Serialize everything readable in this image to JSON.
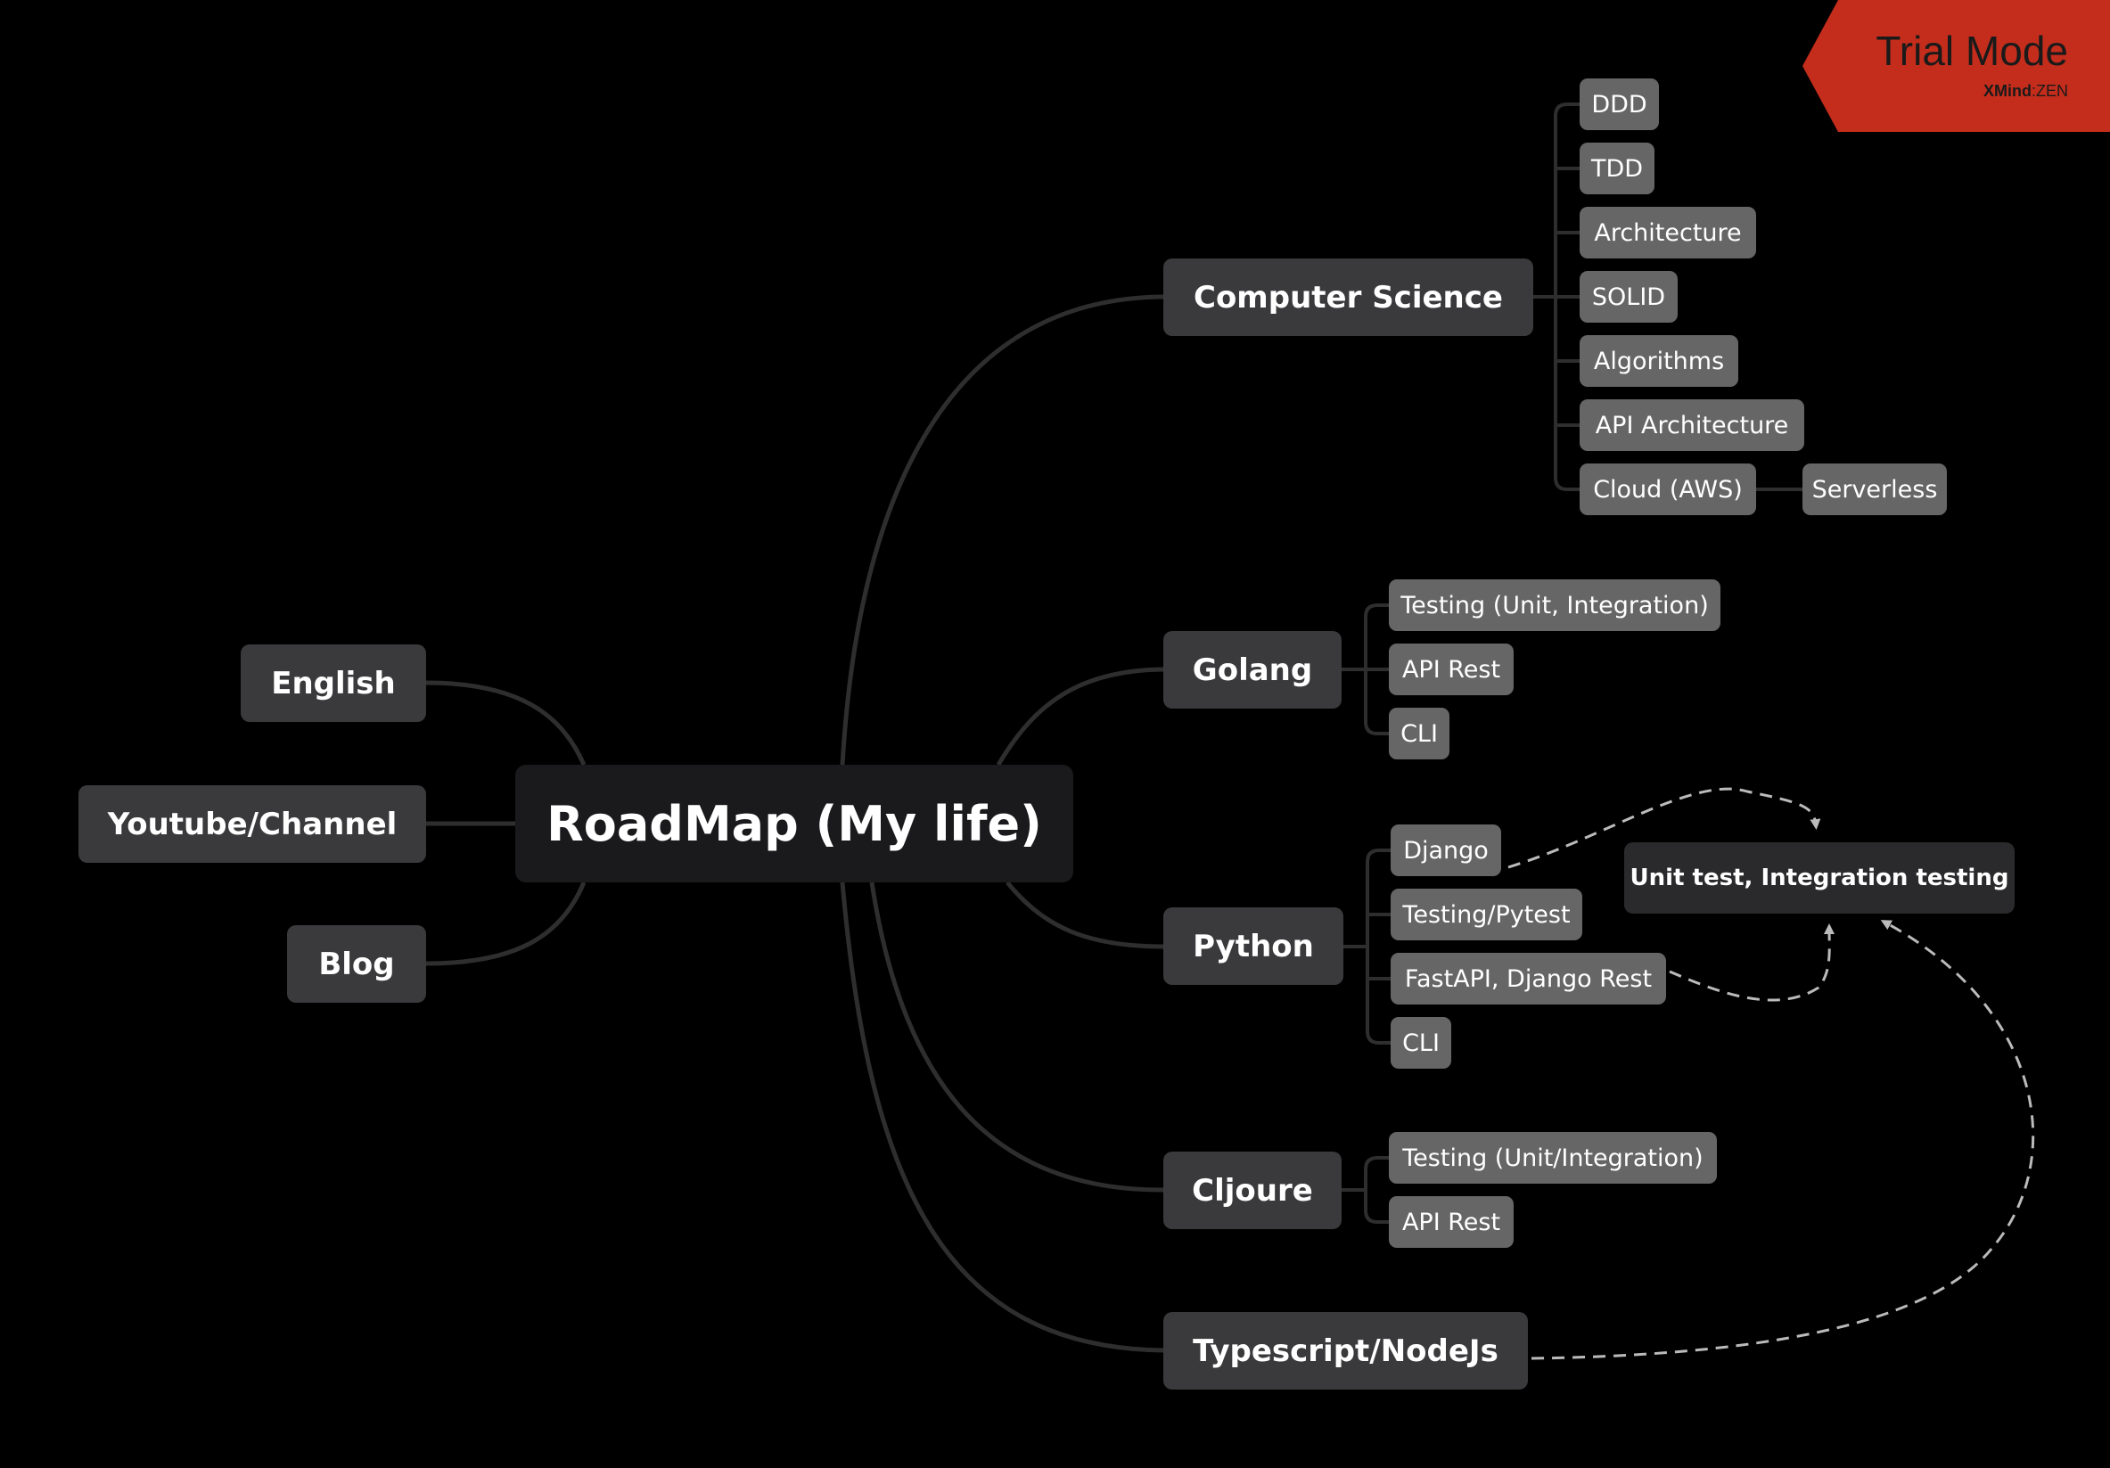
{
  "central_topic": "RoadMap (My life)",
  "left_topics": [
    {
      "label": "English"
    },
    {
      "label": "Youtube/Channel"
    },
    {
      "label": "Blog"
    }
  ],
  "right_topics": [
    {
      "label": "Computer Science",
      "subtopics": [
        "DDD",
        "TDD",
        "Architecture",
        "SOLID",
        "Algorithms",
        "API Architecture",
        "Cloud (AWS)"
      ]
    },
    {
      "label": "Golang",
      "subtopics": [
        "Testing (Unit, Integration)",
        "API Rest",
        "CLI"
      ]
    },
    {
      "label": "Python",
      "subtopics": [
        "Django",
        "Testing/Pytest",
        "FastAPI, Django Rest",
        "CLI"
      ]
    },
    {
      "label": "Cljoure",
      "subtopics": [
        "Testing (Unit/Integration)",
        "API Rest"
      ]
    },
    {
      "label": "Typescript/NodeJs",
      "subtopics": []
    }
  ],
  "nested_topics": [
    {
      "parent": "Cloud (AWS)",
      "label": "Serverless"
    }
  ],
  "floating_topic": "Unit test, Integration testing",
  "relationships": [
    {
      "from": "Django",
      "to": "Unit test, Integration testing"
    },
    {
      "from": "FastAPI, Django Rest",
      "to": "Unit test, Integration testing"
    },
    {
      "from": "Typescript/NodeJs",
      "to": "Unit test, Integration testing"
    }
  ],
  "trial_badge": {
    "title": "Trial Mode",
    "brand": "XMind",
    "edition": "ZEN"
  },
  "colors": {
    "background": "#000000",
    "central": "#1a1a1c",
    "main_topic": "#3a3a3c",
    "subtopic": "#666666",
    "connector": "#2e2e2e",
    "relationship": "#bbbbbb",
    "badge": "#c42d1c"
  }
}
